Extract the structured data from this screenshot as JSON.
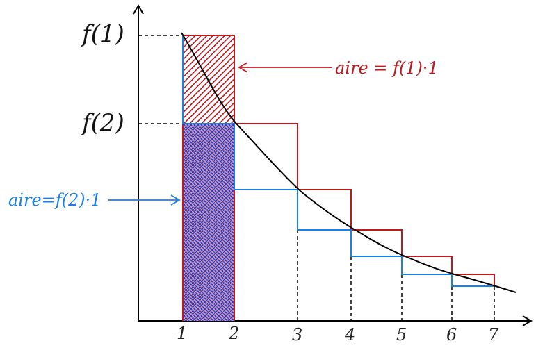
{
  "figure": {
    "y_labels": {
      "f1": "f(1)",
      "f2": "f(2)"
    },
    "x_ticks": [
      "1",
      "2",
      "3",
      "4",
      "5",
      "6",
      "7"
    ],
    "annotations": {
      "red": "aire = f(1)·1",
      "blue": "aire=f(2)·1"
    },
    "colors": {
      "curve": "#000000",
      "upper_steps": "#c0181f",
      "lower_steps": "#1a7fe6",
      "axes": "#000000"
    }
  }
}
